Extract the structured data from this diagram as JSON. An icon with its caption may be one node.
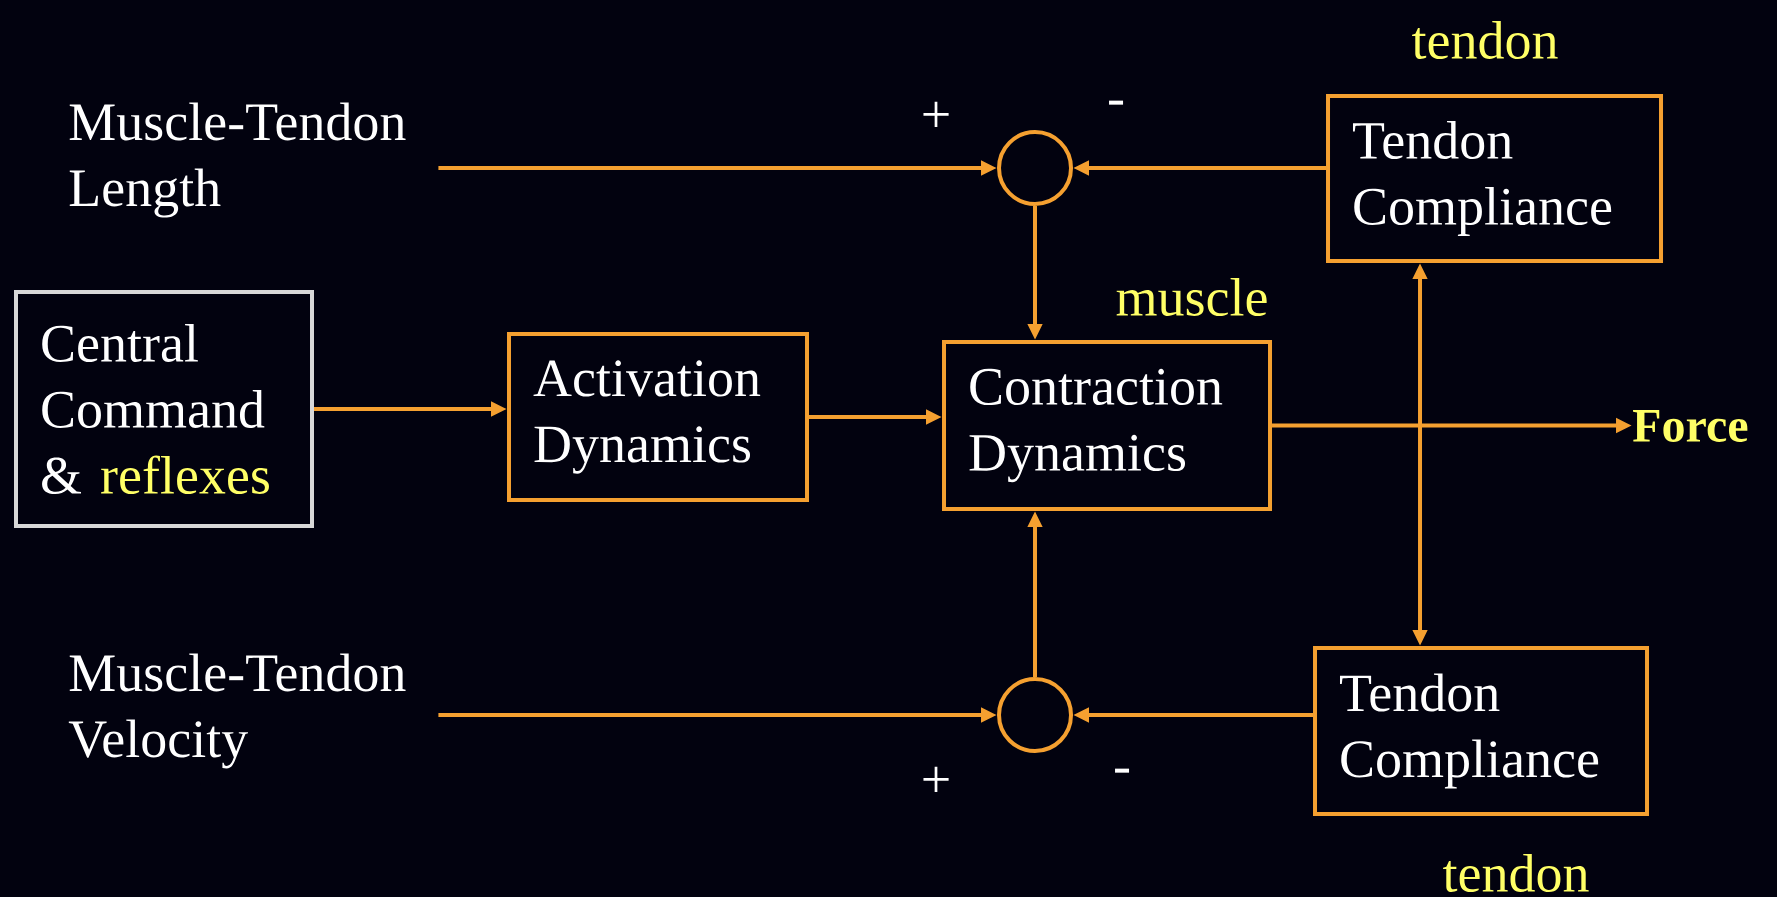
{
  "diagram": {
    "nodes": [
      {
        "text": [
          "Muscle-Tendon Length"
        ]
      },
      {
        "text": [],
        "shape": "circle"
      },
      {
        "text": [
          "Tendon Compliance"
        ]
      },
      {
        "text": [
          "Central Command &",
          "reflexes"
        ]
      },
      {
        "text": [
          "Activation Dynamics"
        ]
      },
      {
        "text": [
          "Contraction Dynamics"
        ]
      },
      {
        "text": [
          "Force"
        ]
      },
      {
        "text": [],
        "shape": "circle"
      },
      {
        "text": [
          "Muscle-Tendon Velocity"
        ]
      },
      {
        "text": [
          "Tendon Compliance"
        ]
      }
    ],
    "edges": [
      {
        "from": 0,
        "to": 1,
        "arrow": "to"
      },
      {
        "from": 2,
        "to": 1,
        "arrow": "to"
      },
      {
        "from": 1,
        "to": 5,
        "arrow": "to"
      },
      {
        "from": 3,
        "to": 4,
        "arrow": "to"
      },
      {
        "from": 4,
        "to": 5,
        "arrow": "to"
      },
      {
        "from": 5,
        "to": 6,
        "arrow": "to"
      },
      {
        "from": 2,
        "to": 9,
        "arrow": "both"
      },
      {
        "from": 8,
        "to": 7,
        "arrow": "to"
      },
      {
        "from": 9,
        "to": 7,
        "arrow": "to"
      },
      {
        "from": 7,
        "to": 5,
        "arrow": "to"
      }
    ],
    "labels": [
      "tendon",
      "+",
      "-",
      "muscle",
      "+",
      "-",
      "tendon"
    ]
  }
}
